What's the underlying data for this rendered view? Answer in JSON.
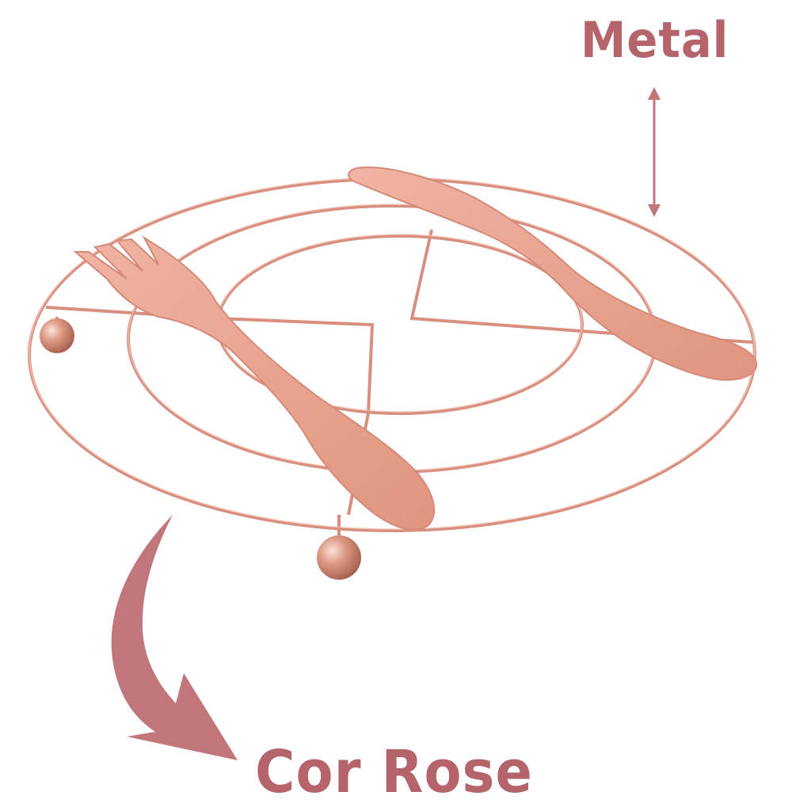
{
  "annotations": {
    "top_label": "Metal",
    "bottom_label": "Cor Rose"
  },
  "colors": {
    "label": "#b5646c",
    "arrow": "#c0767b",
    "wire": "#d98f80",
    "wire_highlight": "#f6c8ba",
    "cutlery": "#e9a493",
    "cutlery_shade": "#d68a79",
    "foot": "#c9806c",
    "background": "#ffffff"
  },
  "icons": {
    "top_arrow": "double-headed-vertical-arrow",
    "bottom_arrow": "curved-arrow-down-right"
  },
  "product": {
    "object": "round-wire-trivet",
    "decoration": [
      "fork",
      "knife"
    ],
    "ring_count": 3,
    "feet_visible": 2
  }
}
